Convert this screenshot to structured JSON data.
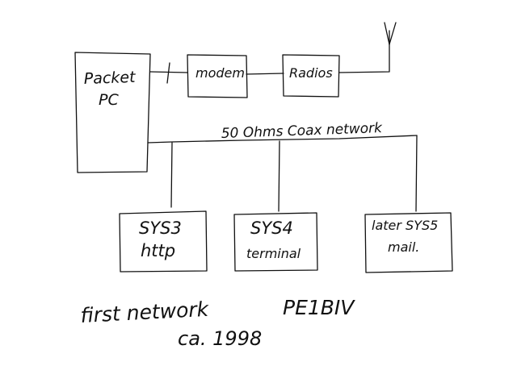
{
  "diagram": {
    "nodes": {
      "packet_pc": {
        "line1": "Packet",
        "line2": "PC"
      },
      "modem": {
        "label": "modem"
      },
      "radios": {
        "label": "Radios"
      },
      "sys3": {
        "line1": "SYS3",
        "line2": "http"
      },
      "sys4": {
        "line1": "SYS4",
        "line2": "terminal"
      },
      "sys5": {
        "line1": "later SYS5",
        "line2": "mail."
      }
    },
    "network_label": "50 Ohms Coax network",
    "caption": {
      "title": "first network",
      "callsign": "PE1BIV",
      "date": "ca. 1998"
    }
  }
}
